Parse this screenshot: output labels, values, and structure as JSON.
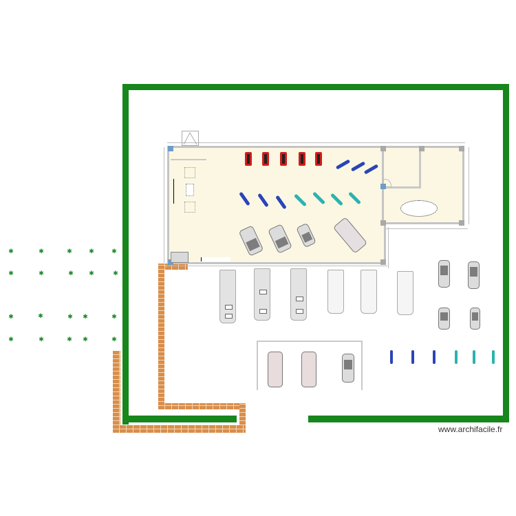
{
  "watermark": "www.archifacile.fr",
  "colors": {
    "hedge": "#17861c",
    "brick": "#d98e4a",
    "floor": "#fbf7e3",
    "wall": "#c4c4c4",
    "quad": "#d21c1c",
    "moto_blue": "#2a44b8",
    "moto_teal": "#2bb3b0"
  },
  "plan": {
    "main_hall": {
      "label": ""
    },
    "annex_room": {
      "label": ""
    },
    "small_room": {
      "label": ""
    },
    "quads": [
      {
        "id": "quad-1"
      },
      {
        "id": "quad-2"
      },
      {
        "id": "quad-3"
      },
      {
        "id": "quad-4"
      },
      {
        "id": "quad-5"
      }
    ],
    "motorbikes_top": [
      {
        "id": "moto-1"
      },
      {
        "id": "moto-2"
      },
      {
        "id": "moto-3"
      }
    ],
    "motorbikes_row": [
      {
        "id": "moto-4",
        "color": "blue"
      },
      {
        "id": "moto-5",
        "color": "blue"
      },
      {
        "id": "moto-6",
        "color": "blue"
      },
      {
        "id": "moto-7",
        "color": "teal"
      },
      {
        "id": "moto-8",
        "color": "teal"
      },
      {
        "id": "moto-9",
        "color": "teal"
      },
      {
        "id": "moto-10",
        "color": "teal"
      }
    ],
    "cars_indoor": 4,
    "buses": 6,
    "cars_parking": 4,
    "cars_garage": 3,
    "bikes": [
      {
        "color": "blue"
      },
      {
        "color": "blue"
      },
      {
        "color": "blue"
      },
      {
        "color": "teal"
      },
      {
        "color": "teal"
      },
      {
        "color": "teal"
      }
    ],
    "trees": 20
  }
}
